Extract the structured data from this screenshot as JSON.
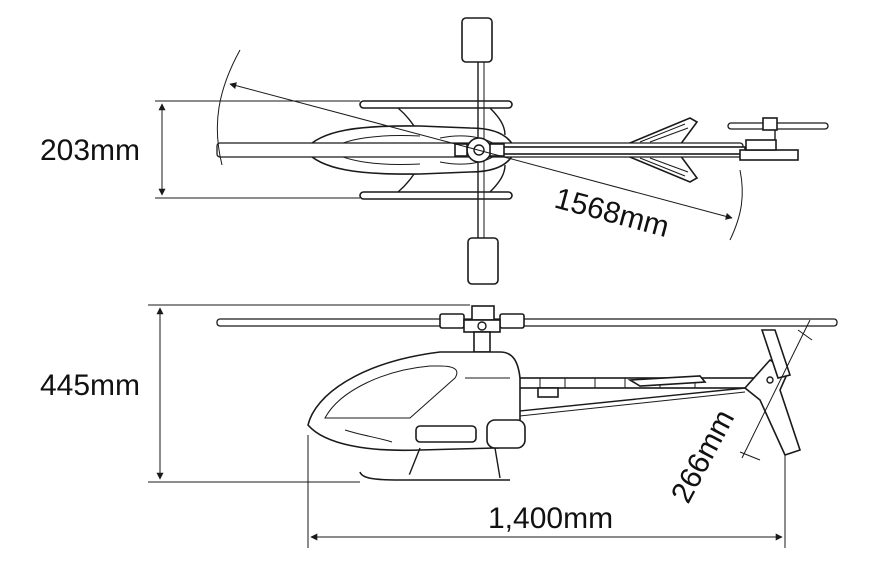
{
  "dimensions": {
    "width_top": "203mm",
    "rotor_diameter": "1568mm",
    "height_side": "445mm",
    "tail_rotor": "266mm",
    "length": "1,400mm"
  },
  "colors": {
    "line": "#1a1a1a",
    "background": "#ffffff"
  }
}
